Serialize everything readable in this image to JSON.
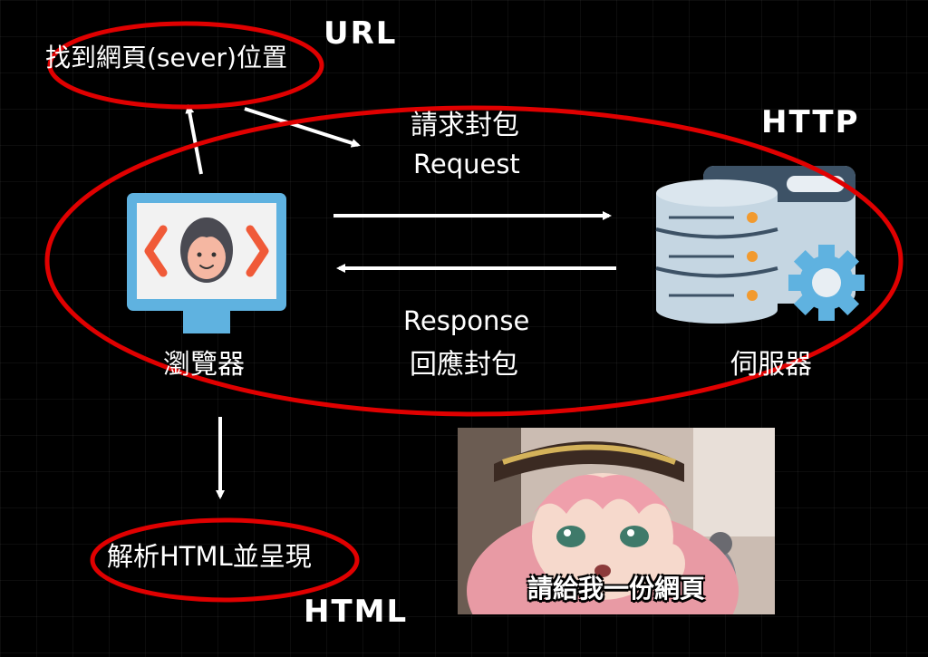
{
  "nodes": {
    "find_server": "找到網頁(sever)位置",
    "browser": "瀏覽器",
    "server": "伺服器",
    "parse_html": "解析HTML並呈現"
  },
  "edges": {
    "request_zh": "請求封包",
    "request_en": "Request",
    "response_en": "Response",
    "response_zh": "回應封包"
  },
  "tags": {
    "url": "URL",
    "http": "HTTP",
    "html": "HTML"
  },
  "meme": {
    "caption": "請給我一份網頁"
  },
  "colors": {
    "background": "#000000",
    "highlight_ellipse": "#e00000",
    "arrow": "#ffffff",
    "monitor_frame": "#5fb2e0",
    "server_body": "#c5d6e2",
    "code_bracket": "#f05a38"
  },
  "icons": [
    "browser-monitor-icon",
    "server-database-icon",
    "gear-icon"
  ]
}
